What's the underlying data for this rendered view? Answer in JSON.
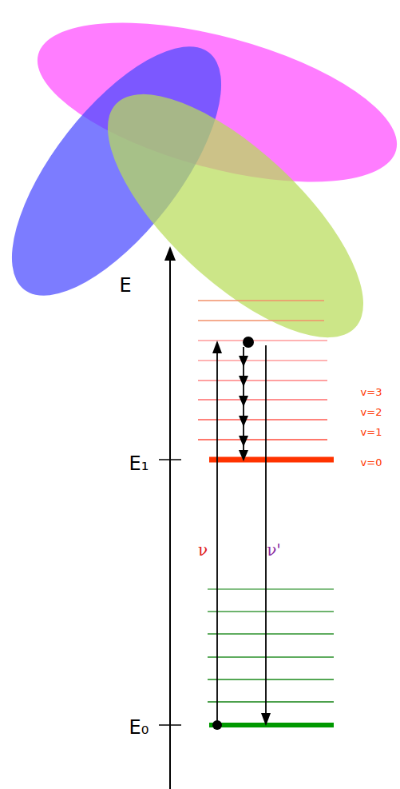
{
  "diagram": {
    "labels": [
      "E",
      "v=3",
      "v=2",
      "v=1",
      "v=0",
      "E₁",
      "ν",
      "ν'",
      "E₀"
    ]
  }
}
